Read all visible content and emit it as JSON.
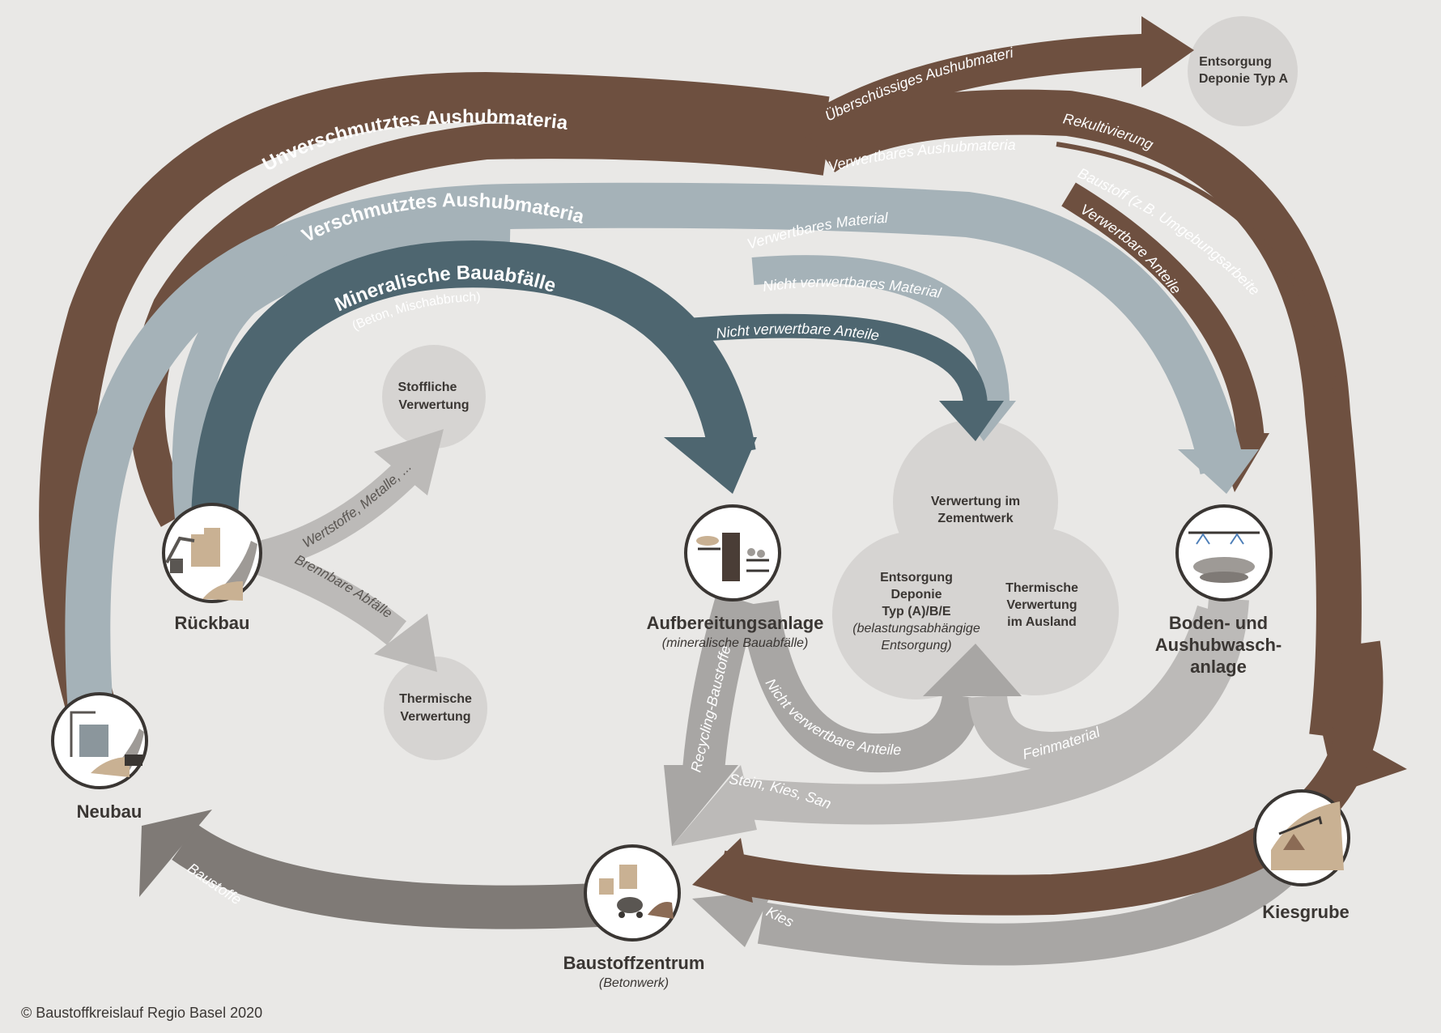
{
  "flows": {
    "unverschmutzt": "Unverschmutztes Aushubmaterial",
    "verschmutzt": "Verschmutztes Aushubmaterial",
    "mineralisch": "Mineralische Bauabfälle",
    "mineralisch_sub": "(Beton, Mischabbruch)",
    "ueberschuessig": "Überschüssiges Aushubmaterial",
    "verwertbares_aushub": "Verwertbares Aushubmaterial",
    "rekultivierung": "Rekultivierung",
    "baustoff_umgebung": "Baustoff (z.B. Umgebungsarbeiten)",
    "verwertbare_anteile": "Verwertbare Anteile",
    "verwertbares_material": "Verwertbares Material",
    "nicht_verwertbares_material": "Nicht verwertbares Material",
    "nicht_verwertbare_anteile_top": "Nicht verwertbare Anteile",
    "wertstoffe": "Wertstoffe, Metalle, ...",
    "brennbare": "Brennbare Abfälle",
    "recycling": "Recycling-Baustoffe",
    "nicht_verwertbare_anteile_bottom": "Nicht verwertbare Anteile",
    "feinmaterial": "Feinmaterial",
    "stein_kies_sand": "Stein, Kies, Sand",
    "kies": "Kies",
    "baustoffe": "Baustoffe"
  },
  "nodes": {
    "rueckbau": "Rückbau",
    "neubau": "Neubau",
    "aufbereitung": "Aufbereitungsanlage",
    "aufbereitung_sub": "(mineralische Bauabfälle)",
    "boden_1": "Boden- und",
    "boden_2": "Aushubwasch-",
    "boden_3": "anlage",
    "kiesgrube": "Kiesgrube",
    "baustoffzentrum": "Baustoffzentrum",
    "baustoffzentrum_sub": "(Betonwerk)"
  },
  "bubbles": {
    "entsorgung_a_1": "Entsorgung",
    "entsorgung_a_2": "Deponie Typ A",
    "stoffliche_1": "Stoffliche",
    "stoffliche_2": "Verwertung",
    "thermische_1": "Thermische",
    "thermische_2": "Verwertung",
    "zement_1": "Verwertung im",
    "zement_2": "Zementwerk",
    "deponie_1": "Entsorgung",
    "deponie_2": "Deponie",
    "deponie_3": "Typ (A)/B/E",
    "deponie_4": "(belastungsabhängige",
    "deponie_5": "Entsorgung)",
    "ausland_1": "Thermische",
    "ausland_2": "Verwertung",
    "ausland_3": "im Ausland"
  },
  "copyright": "© Baustoffkreislauf Regio Basel 2020",
  "colors": {
    "background": "#e9e8e6",
    "brown": "#6e5040",
    "light_blue": "#a5b2b8",
    "dark_blue": "#4e6670",
    "grey_dark": "#7f7a76",
    "grey_mid": "#a8a6a4",
    "grey_light": "#bcbab8",
    "bubble": "#d6d4d2"
  }
}
